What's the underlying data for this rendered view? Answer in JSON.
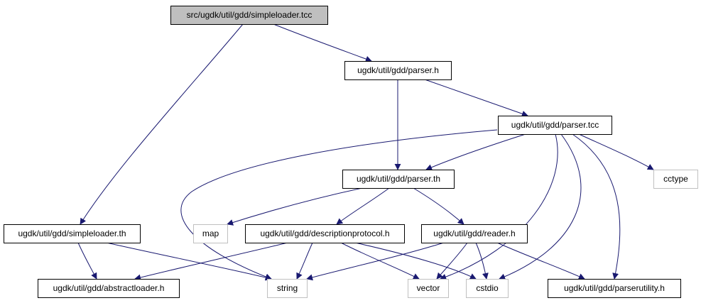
{
  "colors": {
    "edge": "#191970",
    "node_border": "#000000",
    "external_border": "#c0c0c0",
    "root_fill": "#bfbfbf",
    "node_fill": "#ffffff"
  },
  "nodes": [
    {
      "id": "simpleloader_tcc",
      "label": "src/ugdk/util/gdd/simpleloader.tcc",
      "kind": "root"
    },
    {
      "id": "parser_h",
      "label": "ugdk/util/gdd/parser.h",
      "kind": "file"
    },
    {
      "id": "parser_tcc",
      "label": "ugdk/util/gdd/parser.tcc",
      "kind": "file"
    },
    {
      "id": "parser_th",
      "label": "ugdk/util/gdd/parser.th",
      "kind": "file"
    },
    {
      "id": "cctype",
      "label": "cctype",
      "kind": "external"
    },
    {
      "id": "simpleloader_th",
      "label": "ugdk/util/gdd/simpleloader.th",
      "kind": "file"
    },
    {
      "id": "map",
      "label": "map",
      "kind": "external"
    },
    {
      "id": "descriptionprotocol_h",
      "label": "ugdk/util/gdd/descriptionprotocol.h",
      "kind": "file"
    },
    {
      "id": "reader_h",
      "label": "ugdk/util/gdd/reader.h",
      "kind": "file"
    },
    {
      "id": "abstractloader_h",
      "label": "ugdk/util/gdd/abstractloader.h",
      "kind": "file"
    },
    {
      "id": "string",
      "label": "string",
      "kind": "external"
    },
    {
      "id": "vector",
      "label": "vector",
      "kind": "external"
    },
    {
      "id": "cstdio",
      "label": "cstdio",
      "kind": "external"
    },
    {
      "id": "parserutility_h",
      "label": "ugdk/util/gdd/parserutility.h",
      "kind": "file"
    }
  ],
  "edges": [
    {
      "from": "simpleloader_tcc",
      "to": "parser_h"
    },
    {
      "from": "simpleloader_tcc",
      "to": "simpleloader_th"
    },
    {
      "from": "parser_h",
      "to": "parser_th"
    },
    {
      "from": "parser_h",
      "to": "parser_tcc"
    },
    {
      "from": "parser_tcc",
      "to": "parser_th"
    },
    {
      "from": "parser_tcc",
      "to": "cctype"
    },
    {
      "from": "parser_tcc",
      "to": "string"
    },
    {
      "from": "parser_tcc",
      "to": "vector"
    },
    {
      "from": "parser_tcc",
      "to": "cstdio"
    },
    {
      "from": "parser_tcc",
      "to": "parserutility_h"
    },
    {
      "from": "parser_th",
      "to": "map"
    },
    {
      "from": "parser_th",
      "to": "descriptionprotocol_h"
    },
    {
      "from": "parser_th",
      "to": "reader_h"
    },
    {
      "from": "simpleloader_th",
      "to": "abstractloader_h"
    },
    {
      "from": "simpleloader_th",
      "to": "string"
    },
    {
      "from": "descriptionprotocol_h",
      "to": "abstractloader_h"
    },
    {
      "from": "descriptionprotocol_h",
      "to": "string"
    },
    {
      "from": "descriptionprotocol_h",
      "to": "vector"
    },
    {
      "from": "descriptionprotocol_h",
      "to": "cstdio"
    },
    {
      "from": "reader_h",
      "to": "string"
    },
    {
      "from": "reader_h",
      "to": "vector"
    },
    {
      "from": "reader_h",
      "to": "cstdio"
    },
    {
      "from": "reader_h",
      "to": "parserutility_h"
    }
  ]
}
